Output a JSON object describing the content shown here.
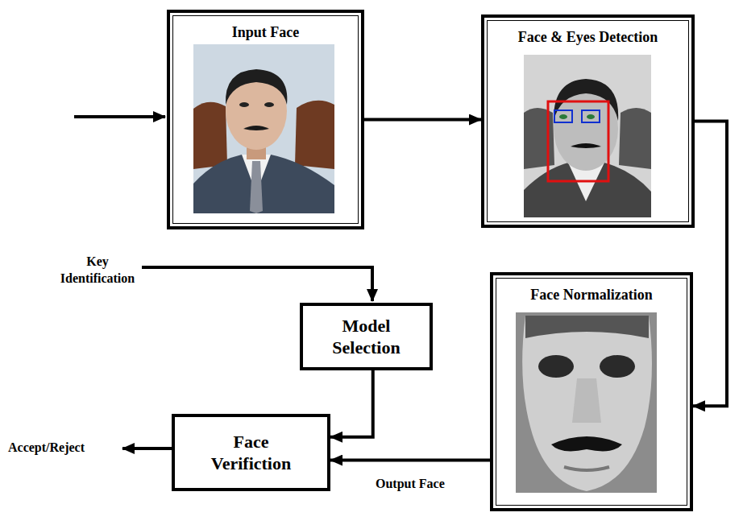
{
  "diagram": {
    "nodes": [
      {
        "text": [
          "Input Face"
        ]
      },
      {
        "text": [
          "Face & Eyes Detection"
        ]
      },
      {
        "text": [
          "Face Normalization"
        ]
      },
      {
        "text": [
          "Model Selection"
        ]
      },
      {
        "text": [
          "Face Verifiction"
        ]
      }
    ],
    "edges": [
      {
        "from": 0,
        "to": 1,
        "arrow": "to"
      },
      {
        "from": 1,
        "to": 2,
        "arrow": "to"
      },
      {
        "from": 2,
        "to": 4,
        "label": "Output Face",
        "arrow": "to"
      },
      {
        "from": 3,
        "to": 4,
        "arrow": "to"
      }
    ],
    "labels": [
      "Key Identification",
      "Accept/Reject"
    ]
  }
}
